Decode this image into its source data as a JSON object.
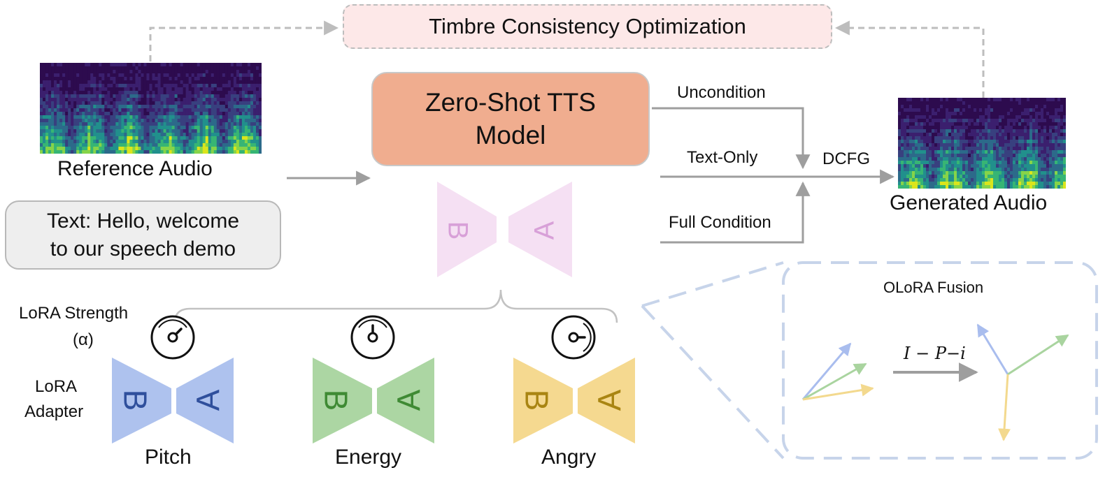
{
  "timbre": {
    "label": "Timbre Consistency Optimization"
  },
  "model": {
    "line1": "Zero-Shot TTS",
    "line2": "Model"
  },
  "reference_audio": {
    "label": "Reference Audio"
  },
  "generated_audio": {
    "label": "Generated Audio"
  },
  "text_input": {
    "line1": "Text: Hello, welcome",
    "line2": "to our speech demo"
  },
  "conditions": {
    "uncondition": "Uncondition",
    "text_only": "Text-Only",
    "full_condition": "Full Condition",
    "dcfg": "DCFG"
  },
  "adapter_letters": {
    "b": "B",
    "a": "A"
  },
  "side_labels": {
    "strength_line1": "LoRA Strength",
    "strength_line2": "(α)",
    "adapter_line1": "LoRA",
    "adapter_line2": "Adapter"
  },
  "adapters": [
    {
      "name": "Pitch",
      "color": "#aec2ee",
      "letter_color": "#2f4f9c"
    },
    {
      "name": "Energy",
      "color": "#acd6a3",
      "letter_color": "#3f8a34"
    },
    {
      "name": "Angry",
      "color": "#f5d990",
      "letter_color": "#a98512"
    }
  ],
  "center_adapter": {
    "color": "#f5e0f3",
    "letter_color": "#d8a0d8"
  },
  "fusion": {
    "title": "OLoRA Fusion",
    "operator": "I − P−i"
  },
  "colors": {
    "arrow": "#9e9e9e",
    "dashed": "#bdbdbd",
    "fusion_border": "#c7d4ea",
    "vec_blue": "#a9bdee",
    "vec_green": "#a9d49f",
    "vec_yellow": "#f3d98e"
  }
}
